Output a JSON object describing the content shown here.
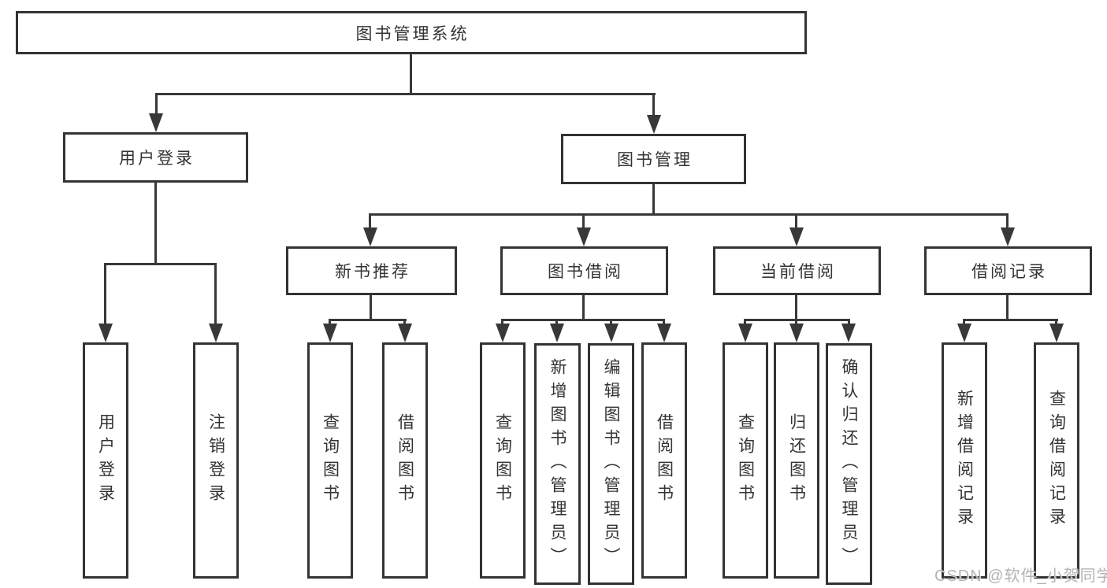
{
  "diagram": {
    "title": "图书管理系统",
    "nodes": {
      "root": "图书管理系统",
      "user_login": "用户登录",
      "book_management": "图书管理",
      "new_book_recommend": "新书推荐",
      "book_borrow": "图书借阅",
      "current_borrow": "当前借阅",
      "borrow_records": "借阅记录",
      "leaf_user_login": "用户登录",
      "leaf_logout": "注销登录",
      "leaf_query_books_a": "查询图书",
      "leaf_borrow_books_a": "借阅图书",
      "leaf_query_books_b": "查询图书",
      "leaf_add_book_admin": "新增图书（管理员）",
      "leaf_edit_book_admin": "编辑图书（管理员）",
      "leaf_borrow_books_b": "借阅图书",
      "leaf_query_books_c": "查询图书",
      "leaf_return_books": "归还图书",
      "leaf_confirm_return_admin": "确认归还（管理员）",
      "leaf_new_borrow_record": "新增借阅记录",
      "leaf_query_borrow_record": "查询借阅记录"
    },
    "hierarchy": {
      "图书管理系统": {
        "用户登录": [
          "用户登录",
          "注销登录"
        ],
        "图书管理": {
          "新书推荐": [
            "查询图书",
            "借阅图书"
          ],
          "图书借阅": [
            "查询图书",
            "新增图书（管理员）",
            "编辑图书（管理员）",
            "借阅图书"
          ],
          "当前借阅": [
            "查询图书",
            "归还图书",
            "确认归还（管理员）"
          ],
          "借阅记录": [
            "新增借阅记录",
            "查询借阅记录"
          ]
        }
      }
    },
    "colors": {
      "line": "#383838",
      "box_border": "#333333",
      "text": "#333333",
      "background": "#ffffff",
      "watermark": "#b3b3b3"
    }
  },
  "watermark": "CSDN @软件_小贺同学"
}
